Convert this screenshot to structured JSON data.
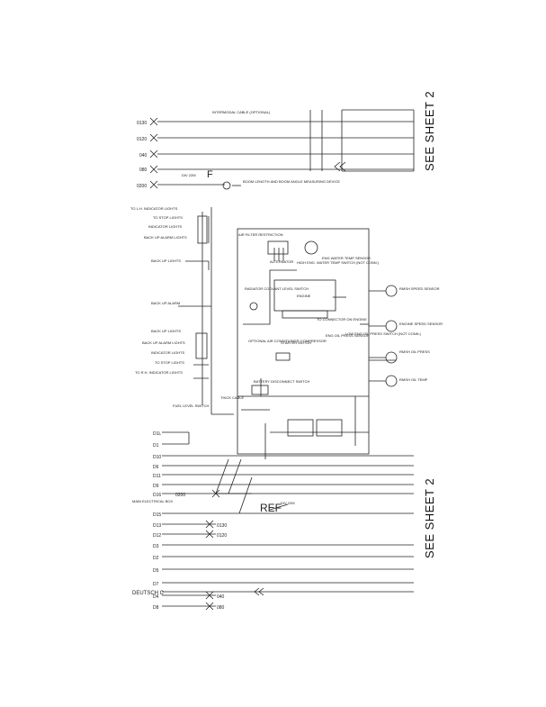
{
  "side_labels": {
    "top": "SEE SHEET 2",
    "bottom": "SEE SHEET 2"
  },
  "top_connectors": [
    {
      "id": "0130",
      "label": "0130"
    },
    {
      "id": "0120",
      "label": "0120"
    },
    {
      "id": "040",
      "label": "040"
    },
    {
      "id": "080",
      "label": "080"
    },
    {
      "id": "0200",
      "label": "0200"
    }
  ],
  "top_notes": {
    "intermodal": "INTERMODAL CABLE (OPTIONAL)",
    "div": "DIV 22M",
    "f_mark": "F",
    "boom": "BOOM LENGTH AND BOOM ANGLE MEASURING DEVICE"
  },
  "left_lights": [
    "TO L.H. INDICATOR LIGHTS",
    "TO STOP LIGHTS",
    "INDICATOR LIGHTS",
    "BACK UP ALARM LIGHTS",
    "BACK UP LIGHTS",
    "BACK UP ALARM",
    "BACK UP LIGHTS",
    "BACK UP ALARM LIGHTS",
    "INDICATOR LIGHTS",
    "TO STOP LIGHTS",
    "TO R.H. INDICATOR LIGHTS"
  ],
  "components": {
    "air_filter": "AIR FILTER RESTRICTION",
    "alternator": "ALTERNATOR",
    "high_eng": "HIGH ENG. WATER TEMP SWITCH (NOT CONN.)",
    "eng_water": "ENG WATER TEMP SENSOR",
    "engine": "ENGINE",
    "radiator": "RADIATOR COOLANT LEVEL SWITCH",
    "to_connector": "TO CONNECTOR ON ENGINE",
    "optional_air": "OPTIONAL AIR CONDITIONER COMPRESSOR",
    "starter": "STARTER MOTOR",
    "eng_oil": "ENG OIL PRESS SENSOR",
    "low_eng": "LOW ENG OIL PRESS SWITCH (NOT CONN.)",
    "rpm_speed": "RMSH SPEED SENSOR",
    "engine_speed": "ENGINE SPEED SENSOR",
    "rpm_oil_press": "RMSH OIL PRESS",
    "rpm_oil_temp": "RMSH OIL TEMP",
    "battery": "BATTERY DISCONNECT SWITCH",
    "thick_cable": "THICK CABLE",
    "fuel_level": "FUEL LEVEL SWITCH"
  },
  "bus_labels": [
    "D1L",
    "D1",
    "D10",
    "D6",
    "D11",
    "D9",
    "D16",
    "D15",
    "D13",
    "D12",
    "D3",
    "D2",
    "D5",
    "D7",
    "DEUTSCH C",
    "D4",
    "D8"
  ],
  "bus_junctions": [
    {
      "id": "0200",
      "label": "0200"
    },
    {
      "id": "0130",
      "label": "0130"
    },
    {
      "id": "0120",
      "label": "0120"
    },
    {
      "id": "040",
      "label": "040"
    },
    {
      "id": "080",
      "label": "080"
    }
  ],
  "main_box_label": "MAIN ELECTRICAL BOX",
  "ref_label": "REF",
  "ref_div": "DIV 22M",
  "colors": {
    "line": "#222222",
    "background": "#ffffff"
  }
}
